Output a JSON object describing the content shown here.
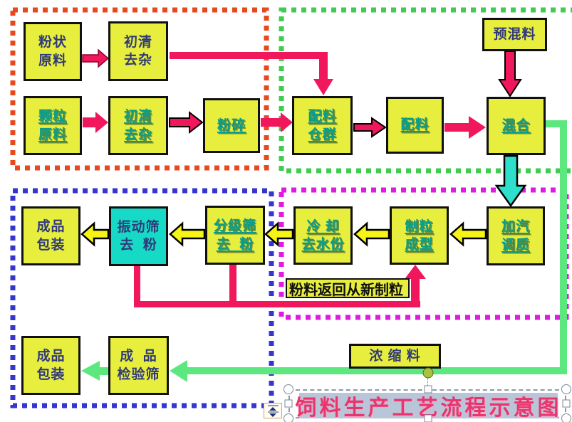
{
  "slide": {
    "title": "饲料生产工艺流程示意图"
  },
  "nodes": {
    "powder_raw": {
      "label": "粉状\n原料"
    },
    "initial_clean_top": {
      "label": "初清\n去杂"
    },
    "granule_raw": {
      "label": "颗粒\n原料"
    },
    "initial_clean_bottom": {
      "label": "初清\n去杂"
    },
    "crush": {
      "label": "粉碎"
    },
    "premix": {
      "label": "预混料"
    },
    "batch_bins": {
      "label": "配料\n仓群"
    },
    "batching": {
      "label": "配料"
    },
    "mixing": {
      "label": "混合"
    },
    "steam_conditioning": {
      "label": "加汽\n调质"
    },
    "pellet_forming": {
      "label": "制粒\n成型"
    },
    "cooling_dewater": {
      "label": "冷 却\n去水份"
    },
    "grading_screen": {
      "label": "分级筛\n去  粉"
    },
    "vibrating_screen": {
      "label": "振动筛\n去  粉"
    },
    "product_packing_mid": {
      "label": "成品\n包装"
    },
    "product_packing_bottom": {
      "label": "成品\n包装"
    },
    "product_inspection_screen": {
      "label": "成  品\n检验筛"
    },
    "concentrate": {
      "label": "浓 缩 料"
    },
    "return_note": {
      "label": "粉料返回从新制粒"
    }
  },
  "colors": {
    "box_fill": "#e7ee3d",
    "cyan_box_fill": "#16d9c6",
    "navy_text": "#2f3a79",
    "teal_text": "#0b9c8a",
    "pink_arrow": "#f0175c",
    "yellow_arrow": "#f5f416",
    "green_arrow": "#5ce87e",
    "cyan_arrow": "#2ee0cc",
    "red_dotted_border": "#e8481c",
    "green_dotted_border": "#43ca52",
    "blue_dotted_border": "#3535cf",
    "magenta_dotted_border": "#e01ae0",
    "title_text": "#e8356e",
    "title_background": "#b9c6d9"
  }
}
